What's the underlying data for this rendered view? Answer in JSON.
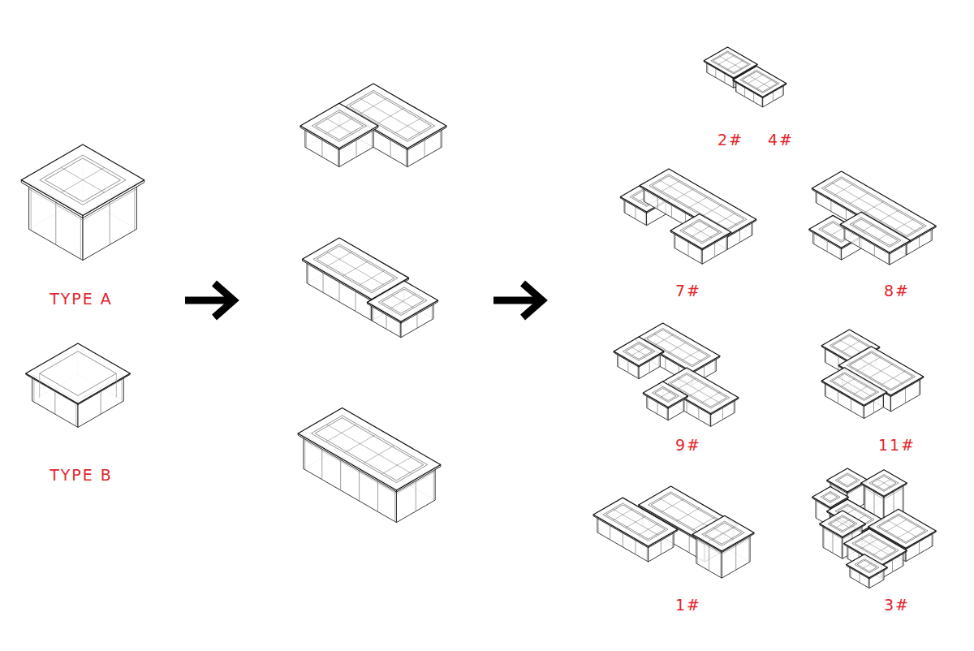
{
  "diagram": {
    "labels": [
      "TYPE A",
      "TYPE B",
      "2#",
      "4#",
      "7#",
      "8#",
      "9#",
      "11#",
      "1#",
      "3#"
    ]
  }
}
